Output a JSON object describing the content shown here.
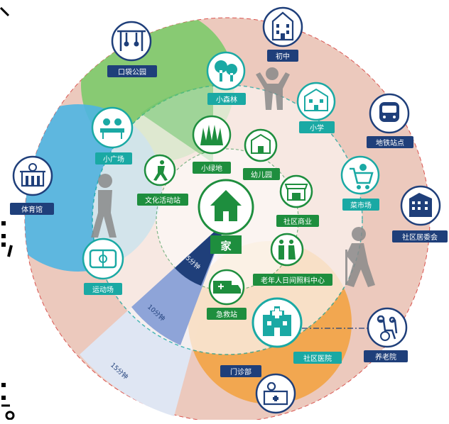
{
  "center": {
    "label": "家"
  },
  "time_labels": {
    "five": "5分钟",
    "ten": "10分钟",
    "fifteen": "15分钟"
  },
  "facilities": {
    "pocket_park": "口袋公园",
    "middle_school": "初中",
    "small_forest": "小森林",
    "primary_school": "小学",
    "metro_station": "地铁站点",
    "small_square": "小广场",
    "small_green": "小绿地",
    "kindergarten": "幼儿园",
    "vegetable_market": "菜市场",
    "gym": "体育馆",
    "culture_station": "文化活动站",
    "community_commerce": "社区商业",
    "neighborhood_committee": "社区居委会",
    "elderly_day_care": "老年人日间照料中心",
    "sports_field": "运动场",
    "first_aid": "急救站",
    "community_hospital": "社区医院",
    "nursing_home": "养老院",
    "clinic": "门诊部"
  },
  "colors": {
    "outer_ring": "#e9c6ba",
    "green_zone": "#7cc96c",
    "blue_zone": "#5bbbe6",
    "orange_zone": "#f3a84d",
    "navy": "#1f3f7a",
    "teal": "#1aa9a4",
    "green_icon": "#1e8e3e"
  }
}
